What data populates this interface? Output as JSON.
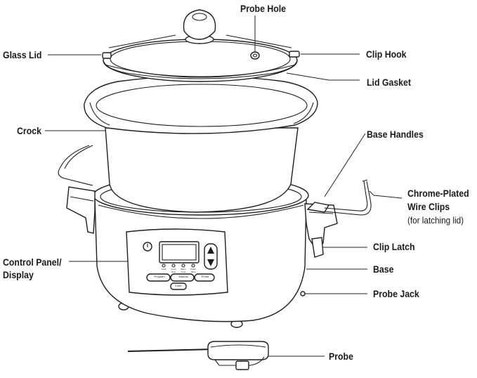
{
  "labels": {
    "probe_hole": "Probe Hole",
    "glass_lid": "Glass Lid",
    "clip_hook": "Clip Hook",
    "lid_gasket": "Lid Gasket",
    "crock": "Crock",
    "base_handles": "Base Handles",
    "chrome_wire_clips_line1": "Chrome-Plated",
    "chrome_wire_clips_line2": "Wire Clips",
    "chrome_wire_clips_note": "(for latching lid)",
    "control_panel_line1": "Control Panel/",
    "control_panel_line2": "Display",
    "clip_latch": "Clip Latch",
    "base": "Base",
    "probe_jack": "Probe Jack",
    "probe": "Probe"
  },
  "panel": {
    "btn_program": "Program",
    "btn_manual": "Manual",
    "btn_probe": "Probe",
    "btn_enter": "Enter",
    "mode_labels": [
      "Cook",
      "Cook Time",
      "Warm Time",
      "Probe Temp"
    ]
  },
  "colors": {
    "line": "#1e1e1e",
    "background": "#ffffff"
  }
}
